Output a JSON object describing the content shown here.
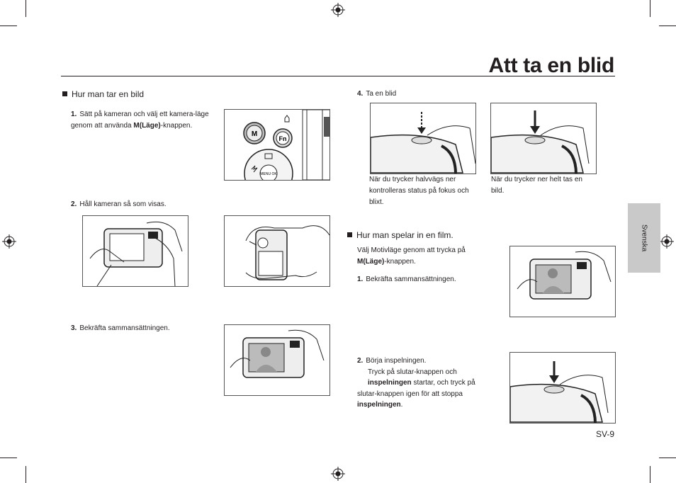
{
  "page": {
    "title": "Att ta en blid",
    "side_tab": "Svenska",
    "page_number": "SV-9"
  },
  "left": {
    "heading": "Hur man tar en bild",
    "steps": [
      {
        "num": "1.",
        "pre": "Sätt på kameran och välj ett kamera-läge genom att använda ",
        "bold": "M(Läge)",
        "post": "-knappen."
      },
      {
        "num": "2.",
        "text": "Håll kameran så som visas."
      },
      {
        "num": "3.",
        "text": "Bekräfta sammansättningen."
      }
    ]
  },
  "right": {
    "step4": {
      "num": "4.",
      "text": "Ta en blid"
    },
    "caption_half": "När du trycker halvvägs ner kontrolleras status på fokus och blixt.",
    "caption_full": "När du trycker ner helt tas en bild.",
    "film_heading": "Hur man spelar in en film.",
    "film_intro": {
      "pre": "Välj Motivläge genom att trycka på ",
      "bold": "M(Läge)",
      "post": "-knappen."
    },
    "film_steps": [
      {
        "num": "1.",
        "text": "Bekräfta sammansättningen."
      },
      {
        "num": "2.",
        "line1": "Börja inspelningen.",
        "line2": "Tryck på slutar-knappen och ",
        "b1": "inspelningen",
        "line3": " startar, och tryck på slutar-knappen igen för att stoppa ",
        "b2": "inspelningen",
        "end": "."
      }
    ]
  },
  "figures": {
    "mode_button": "M",
    "fn_button": "Fn",
    "menu_button": "MENU OK"
  }
}
